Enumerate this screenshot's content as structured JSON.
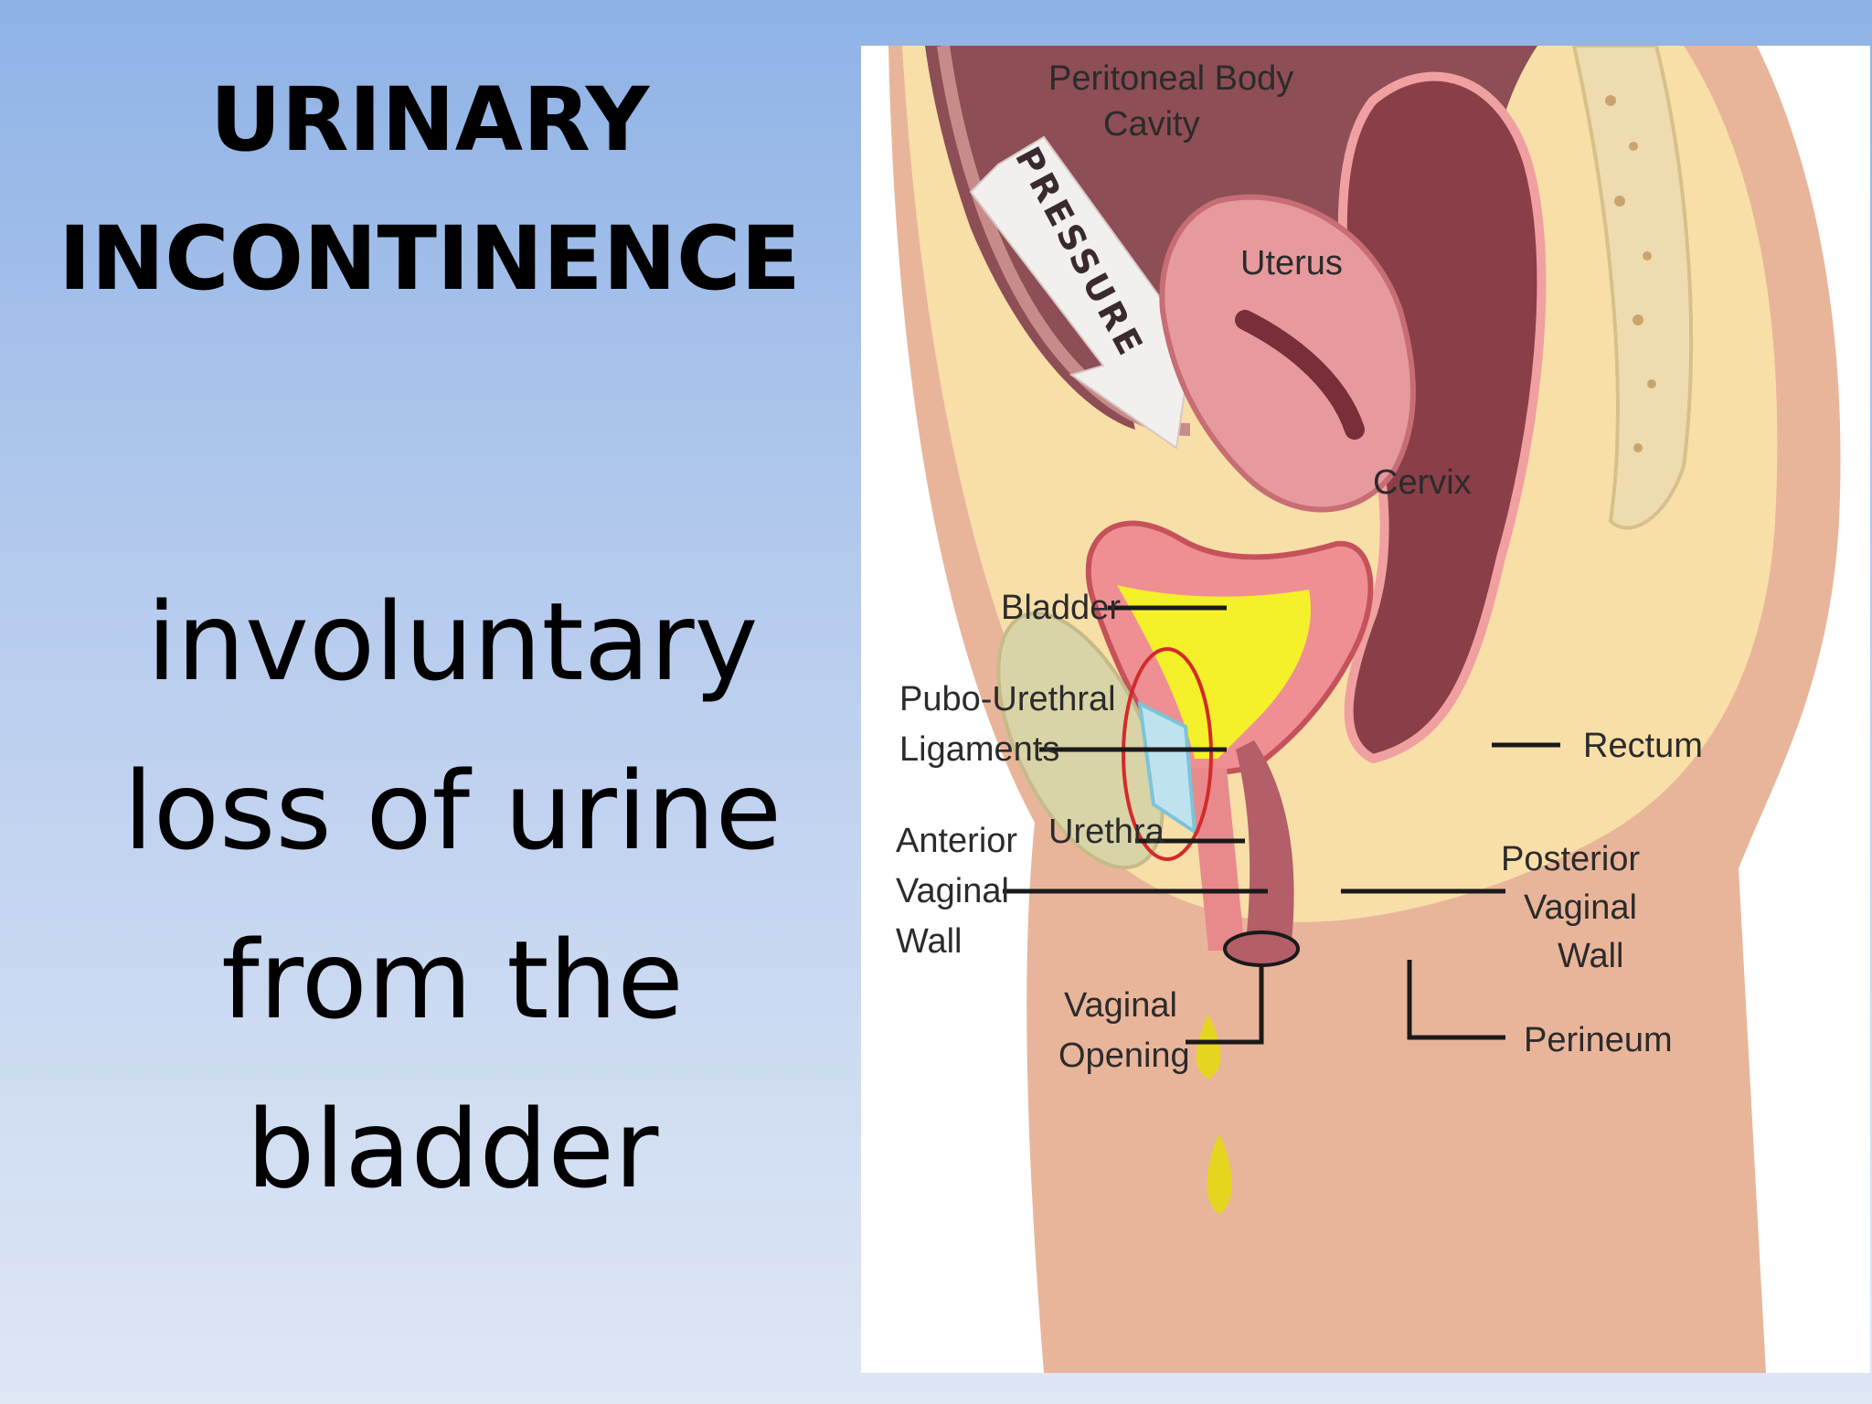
{
  "slide": {
    "title_lines": [
      "URINARY",
      "INCONTINENCE"
    ],
    "definition_lines": [
      "involuntary",
      "loss of urine",
      "from the",
      "bladder"
    ]
  },
  "diagram": {
    "arrow_label": "PRESSURE",
    "labels": {
      "peritoneal_line1": "Peritoneal Body",
      "peritoneal_line2": "Cavity",
      "uterus": "Uterus",
      "cervix": "Cervix",
      "bladder": "Bladder",
      "pubo_line1": "Pubo-Urethral",
      "pubo_line2": "Ligaments",
      "rectum": "Rectum",
      "urethra": "Urethra",
      "anterior_line1": "Anterior",
      "anterior_line2": "Vaginal",
      "anterior_line3": "Wall",
      "posterior_line1": "Posterior",
      "posterior_line2": "Vaginal",
      "posterior_line3": "Wall",
      "vaginal_opening_line1": "Vaginal",
      "vaginal_opening_line2": "Opening",
      "perineum": "Perineum"
    },
    "colors": {
      "body_skin": "#e9b59a",
      "fat_layer": "#f8dfa8",
      "cavity": "#8e4e55",
      "uterus": "#e69a9e",
      "bladder_wall": "#ef8f93",
      "urine": "#f4f02a",
      "rectum": "#8a3e48",
      "spine": "#eedcb0",
      "ligament": "#7cc4d8",
      "outline_red": "#d42a2a"
    }
  }
}
